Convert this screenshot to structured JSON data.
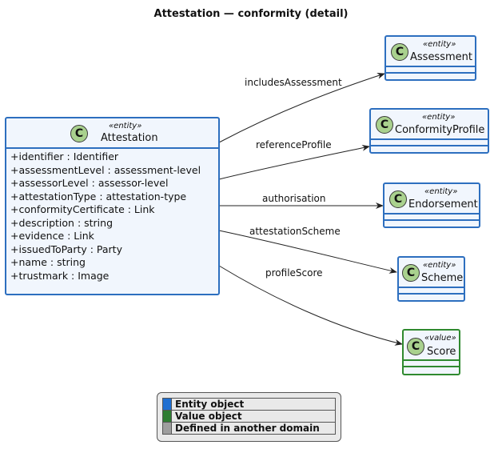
{
  "title": "Attestation — conformity (detail)",
  "classes": {
    "attestation": {
      "stereotype": "«entity»",
      "name": "Attestation",
      "icon_letter": "C",
      "attributes": [
        "+identifier : Identifier",
        "+assessmentLevel : assessment-level",
        "+assessorLevel : assessor-level",
        "+attestationType : attestation-type",
        "+conformityCertificate : Link",
        "+description : string",
        "+evidence : Link",
        "+issuedToParty : Party",
        "+name : string",
        "+trustmark : Image"
      ]
    },
    "assessment": {
      "stereotype": "«entity»",
      "name": "Assessment",
      "icon_letter": "C"
    },
    "conformity_profile": {
      "stereotype": "«entity»",
      "name": "ConformityProfile",
      "icon_letter": "C"
    },
    "endorsement": {
      "stereotype": "«entity»",
      "name": "Endorsement",
      "icon_letter": "C"
    },
    "scheme": {
      "stereotype": "«entity»",
      "name": "Scheme",
      "icon_letter": "C"
    },
    "score": {
      "stereotype": "«value»",
      "name": "Score",
      "icon_letter": "C"
    }
  },
  "edges": [
    {
      "label": "includesAssessment",
      "from": "Attestation",
      "to": "Assessment"
    },
    {
      "label": "referenceProfile",
      "from": "Attestation",
      "to": "ConformityProfile"
    },
    {
      "label": "authorisation",
      "from": "Attestation",
      "to": "Endorsement"
    },
    {
      "label": "attestationScheme",
      "from": "Attestation",
      "to": "Scheme"
    },
    {
      "label": "profileScore",
      "from": "Attestation",
      "to": "Score"
    }
  ],
  "legend": [
    {
      "label": "Entity object",
      "color": "#1f6fd1"
    },
    {
      "label": "Value object",
      "color": "#2f7d32"
    },
    {
      "label": "Defined in another domain",
      "color": "#9e9e9e"
    }
  ],
  "colors": {
    "entity_border": "#2d6fbf",
    "value_border": "#2f8a2f",
    "class_fill": "#f1f6fd",
    "class_icon": "#a9d18e"
  }
}
